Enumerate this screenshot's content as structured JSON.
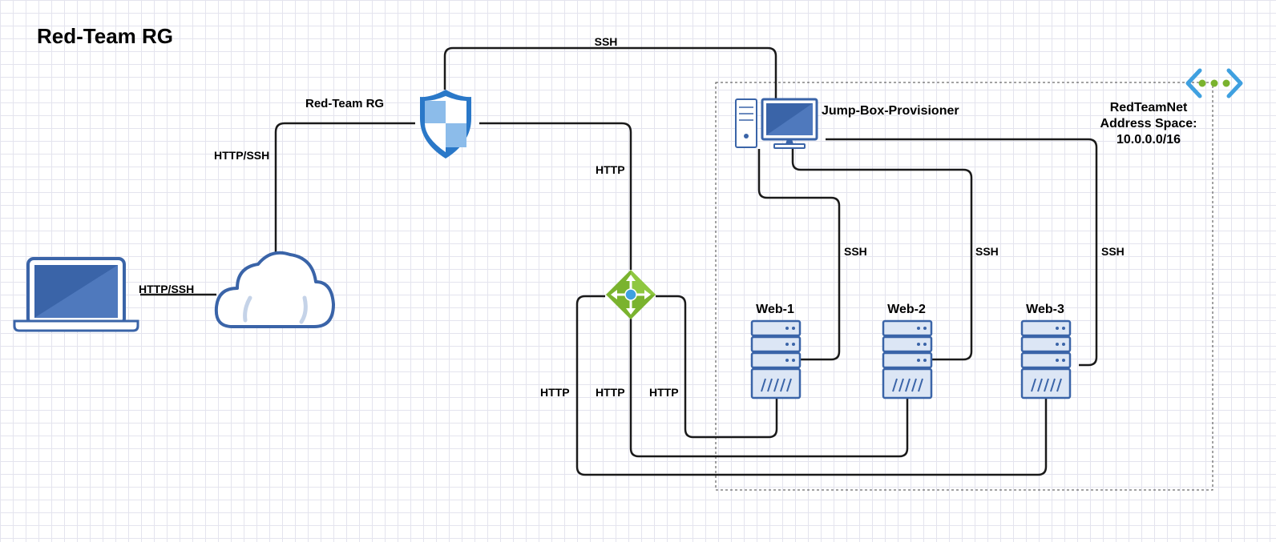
{
  "diagram": {
    "title": "Red-Team RG",
    "firewall_label": "Red-Team RG",
    "nodes": {
      "laptop": {
        "icon": "laptop-icon"
      },
      "cloud": {
        "icon": "cloud-icon"
      },
      "firewall": {
        "icon": "shield-icon"
      },
      "load_balancer": {
        "icon": "load-balancer-icon"
      },
      "jumpbox": {
        "name": "Jump-Box-Provisioner",
        "icon": "workstation-icon"
      },
      "web1": {
        "name": "Web-1",
        "icon": "server-icon"
      },
      "web2": {
        "name": "Web-2",
        "icon": "server-icon"
      },
      "web3": {
        "name": "Web-3",
        "icon": "server-icon"
      },
      "vnet": {
        "icon": "virtual-network-icon"
      }
    },
    "vnet": {
      "name": "RedTeamNet",
      "address_label": "Address Space:",
      "address_space": "10.0.0.0/16"
    },
    "connections": {
      "laptop_cloud": "HTTP/SSH",
      "cloud_firewall": "HTTP/SSH",
      "firewall_jumpbox": "SSH",
      "firewall_lb": "HTTP",
      "lb_web3": "HTTP",
      "lb_web2": "HTTP",
      "lb_web1": "HTTP",
      "jumpbox_web1": "SSH",
      "jumpbox_web2": "SSH",
      "jumpbox_web3": "SSH"
    },
    "colors": {
      "azure_blue": "#3a64a8",
      "server_fill": "#dce6f5",
      "shield_blue": "#2a78c8",
      "lb_green": "#7ab32e",
      "line": "#1a1a1a"
    }
  }
}
